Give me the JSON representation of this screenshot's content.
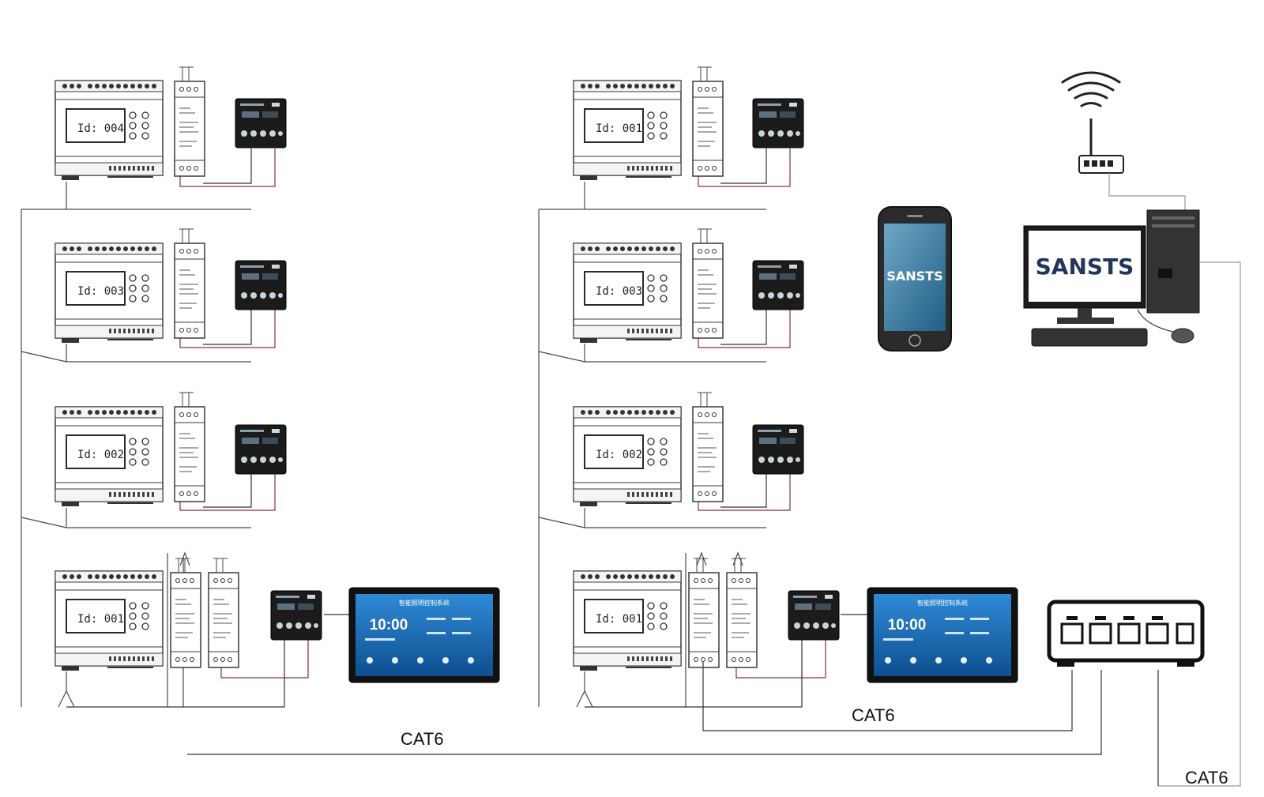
{
  "left_group": {
    "modules": [
      {
        "id_label": "Id: 004"
      },
      {
        "id_label": "Id: 003"
      },
      {
        "id_label": "Id: 002"
      },
      {
        "id_label": "Id: 001"
      }
    ],
    "touch_screen": {
      "time": "10:00",
      "title": "智能照明控制系统"
    }
  },
  "right_group": {
    "modules": [
      {
        "id_label": "Id: 001"
      },
      {
        "id_label": "Id: 003"
      },
      {
        "id_label": "Id: 002"
      },
      {
        "id_label": "Id: 001"
      }
    ],
    "touch_screen": {
      "time": "10:00",
      "title": "智能照明控制系统"
    }
  },
  "phone": {
    "brand": "SANSTS"
  },
  "computer": {
    "brand": "SANSTS"
  },
  "cables": {
    "cat6_left": "CAT6",
    "cat6_middle": "CAT6",
    "cat6_right": "CAT6"
  },
  "colors": {
    "wire_dark": "#333333",
    "wire_red": "#8a3030",
    "wire_light": "#9a9a9a",
    "screen_blue": "#1d6fb8",
    "device_stroke": "#3a3a3a"
  }
}
